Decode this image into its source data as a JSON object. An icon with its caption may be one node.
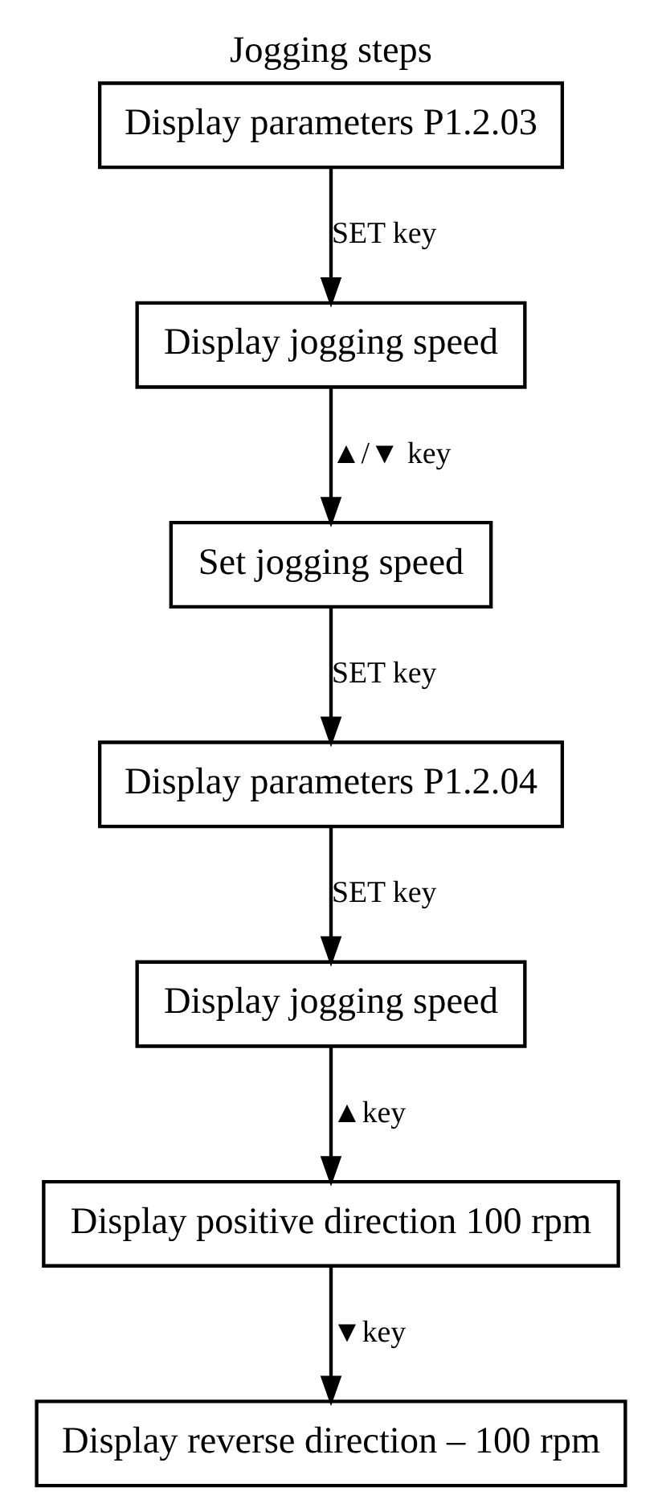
{
  "diagram": {
    "title": "Jogging steps",
    "nodes": [
      {
        "text": [
          "Display parameters P1.2.03"
        ]
      },
      {
        "text": [
          "Display jogging speed"
        ]
      },
      {
        "text": [
          "Set jogging speed"
        ]
      },
      {
        "text": [
          "Display parameters P1.2.04"
        ]
      },
      {
        "text": [
          "Display jogging speed"
        ]
      },
      {
        "text": [
          "Display positive direction 100 rpm"
        ]
      },
      {
        "text": [
          "Display reverse direction – 100 rpm"
        ]
      }
    ],
    "edges": [
      {
        "from": 0,
        "to": 1,
        "arrow": "to",
        "label": "SET key"
      },
      {
        "from": 1,
        "to": 2,
        "arrow": "to",
        "label": "▲/▼ key"
      },
      {
        "from": 2,
        "to": 3,
        "arrow": "to",
        "label": "SET key"
      },
      {
        "from": 3,
        "to": 4,
        "arrow": "to",
        "label": "SET key"
      },
      {
        "from": 4,
        "to": 5,
        "arrow": "to",
        "label": "▲key"
      },
      {
        "from": 5,
        "to": 6,
        "arrow": "to",
        "label": "▼key"
      }
    ]
  }
}
